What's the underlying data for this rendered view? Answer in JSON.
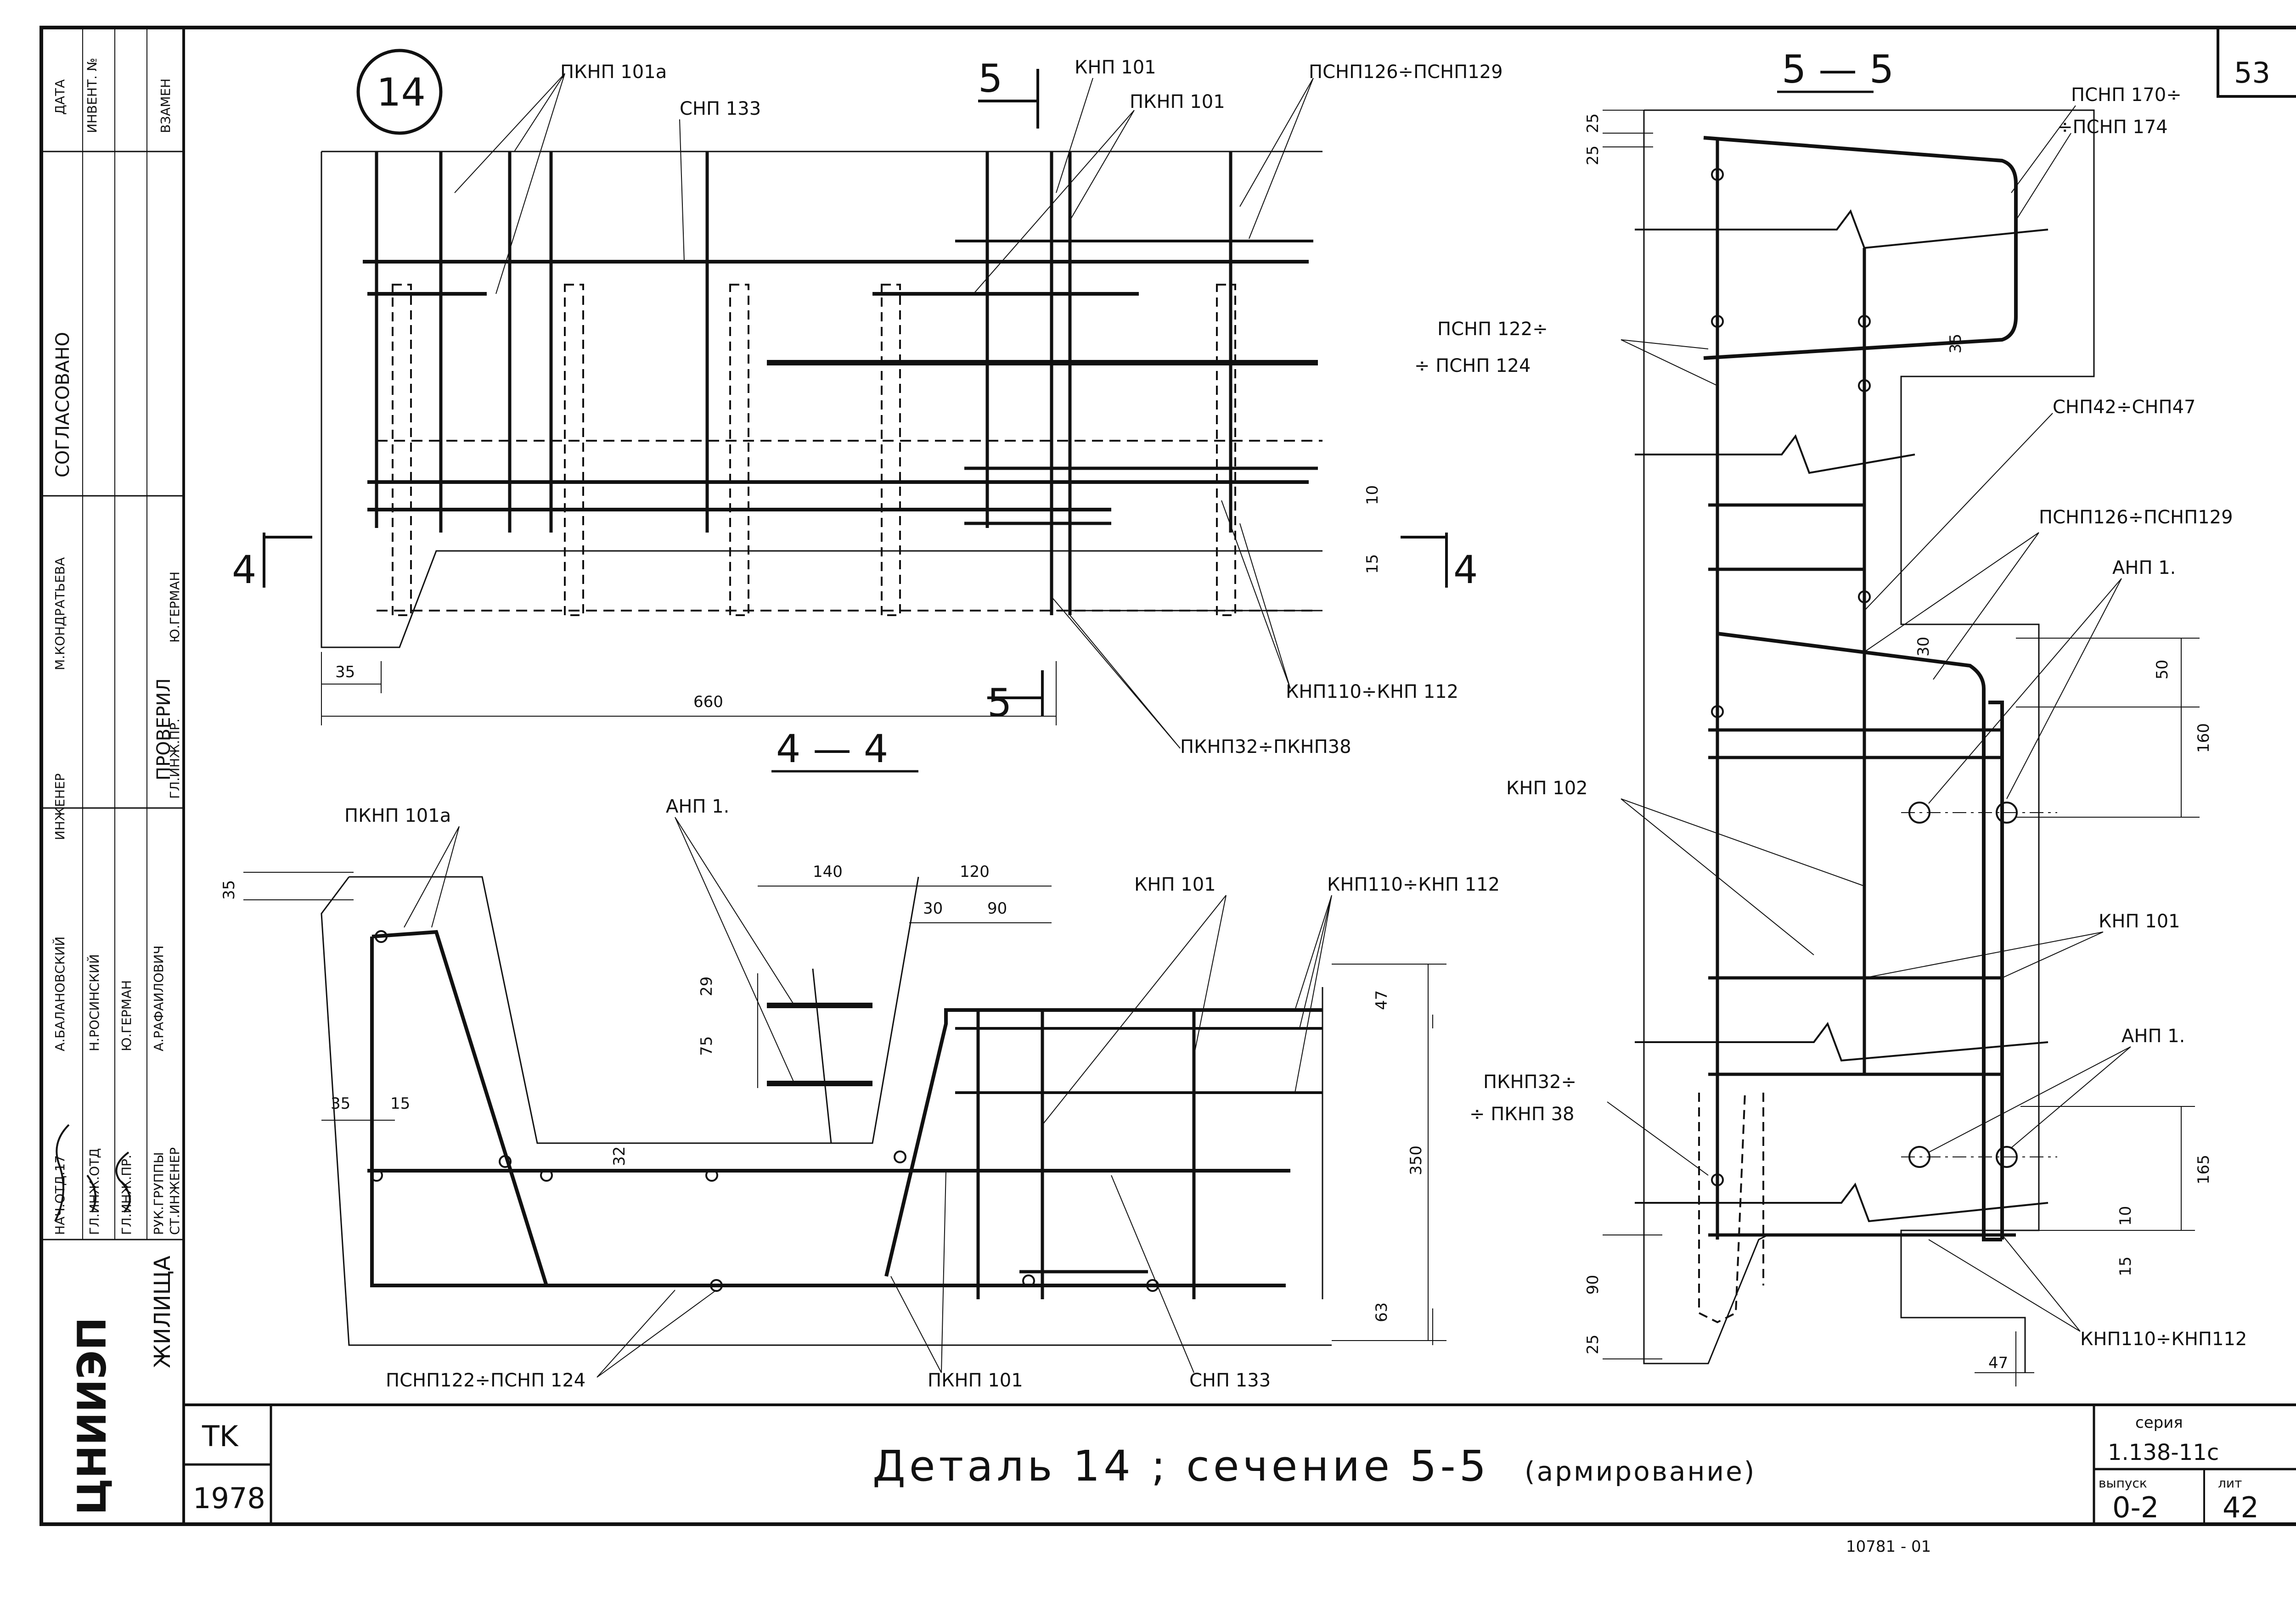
{
  "title_block": {
    "sheet_number": "53",
    "org": "ЦНИИЭП",
    "org_suffix": "ЖИЛИЩА",
    "code": "TK",
    "year": "1978",
    "title_main": "Деталь 14 ; сечение",
    "title_section": "5-5",
    "title_note": "(армирование)",
    "series_label": "серия",
    "series_value": "1.138-11с",
    "issue_label": "выпуск",
    "issue_value": "0-2",
    "sheet_label": "лит",
    "sheet_value": "42",
    "footer_note": "10781 - 01"
  },
  "side_stamp": {
    "date": "ДАТА",
    "inv": "ИНВЕНТ. №",
    "replace": "ВЗАМЕН",
    "agreed": "СОГЛАСОВАНО",
    "checked": "ПРОВЕРИЛ",
    "rows": [
      {
        "role": "НАЧ.ОТД.17",
        "name": "А.БАЛАНОВСКИЙ"
      },
      {
        "role": "ГЛ.ИНЖ.ОТД",
        "name": "Н.РОСИНСКИЙ"
      },
      {
        "role": "ГЛ.ИНЖ.ПР.",
        "name": "Ю.ГЕРМАН"
      },
      {
        "role": "РУК.ГРУППЫ",
        "name": "А.РАФАИЛОВИЧ"
      },
      {
        "role": "СТ.ИНЖЕНЕР",
        "name": "ИНЖЕНЕР"
      },
      {
        "role": "ГЛ.ИНЖ.ПР.",
        "name": "Ю.ГЕРМАН"
      },
      {
        "role": "",
        "name": "М.КОНДРАТЬЕВА"
      }
    ]
  },
  "detail_14": {
    "mark": "14",
    "labels": {
      "pknp101a": "ПКНП 101а",
      "snp133": "СНП 133",
      "knp101": "КНП 101",
      "pknp101": "ПКНП 101",
      "psnp126": "ПСНП126÷ПСНП129",
      "knp110": "КНП110÷КНП 112",
      "pknp32": "ПКНП32÷ПКНП38"
    },
    "cut_mark": "5",
    "cut_44": "4",
    "dims": {
      "d35": "35",
      "d660": "660",
      "d10": "10",
      "d15": "15"
    }
  },
  "section_44": {
    "title": "4 — 4",
    "labels": {
      "pknp101a": "ПКНП 101а",
      "anp1": "АНП 1.",
      "knp101": "КНП 101",
      "knp110": "КНП110÷КНП 112",
      "psnp122": "ПСНП122÷ПСНП 124",
      "pknp101": "ПКНП 101",
      "snp133": "СНП 133"
    },
    "dims": {
      "d35a": "35",
      "d35b": "35",
      "d15": "15",
      "d140": "140",
      "d120": "120",
      "d30": "30",
      "d90": "90",
      "d29": "29",
      "d75": "75",
      "d32": "32",
      "d47": "47",
      "d350": "350",
      "d63": "63"
    }
  },
  "section_55": {
    "title": "5 — 5",
    "labels": {
      "psnp170_a": "ПСНП 170÷",
      "psnp170_b": "÷ПСНП 174",
      "psnp122_a": "ПСНП 122÷",
      "psnp122_b": "÷ ПСНП 124",
      "snp42": "СНП42÷СНП47",
      "psnp126": "ПСНП126÷ПСНП129",
      "anp1_top": "АНП 1.",
      "knp102": "КНП 102",
      "knp101": "КНП 101",
      "anp1_bot": "АНП 1.",
      "pknp32_a": "ПКНП32÷",
      "pknp32_b": "÷ ПКНП 38",
      "knp110": "КНП110÷КНП112"
    },
    "dims": {
      "d25a": "25",
      "d25b": "25",
      "d35": "35",
      "d30": "30",
      "d50": "50",
      "d160": "160",
      "d165": "165",
      "d10": "10",
      "d15": "15",
      "d90": "90",
      "d25c": "25",
      "d47": "47"
    }
  }
}
